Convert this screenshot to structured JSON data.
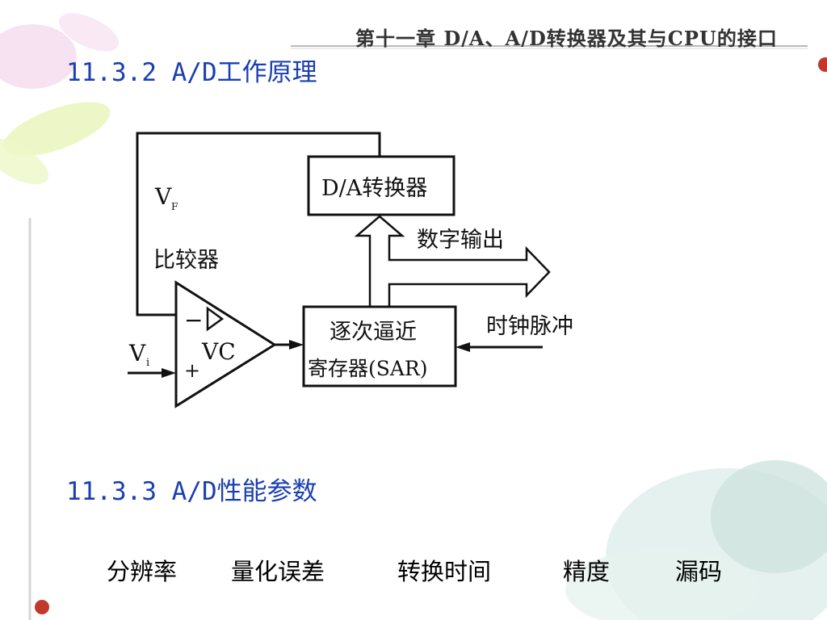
{
  "header": {
    "chapter_title": "第十一章 D/A、A/D转换器及其与CPU的接口"
  },
  "sections": {
    "principle_title": "11.3.2 A/D工作原理",
    "params_title": "11.3.3 A/D性能参数"
  },
  "diagram": {
    "dac_label": "D/A转换器",
    "comparator_label": "比较器",
    "vf_main": "V",
    "vf_sub": "F",
    "vi_main": "V",
    "vi_sub": "i",
    "minus_sign": "−",
    "plus_sign": "+",
    "vc_label": "VC",
    "sar_line1": "逐次逼近",
    "sar_line2": "寄存器(SAR)",
    "digital_output": "数字输出",
    "clock_pulse": "时钟脉冲"
  },
  "parameters": [
    "分辨率",
    "量化误差",
    "转换时间",
    "精度",
    "漏码"
  ],
  "colors": {
    "title_blue": "#1a3fb0",
    "header_line": "#b9b9b9",
    "accent_dot": "#c0392b"
  }
}
